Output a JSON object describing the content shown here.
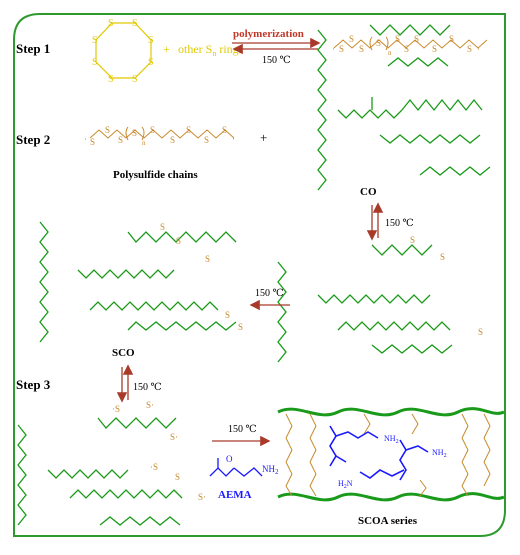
{
  "steps": {
    "step1": "Step 1",
    "step2": "Step 2",
    "step3": "Step 3"
  },
  "step1": {
    "plus": "+",
    "other_rings": "other S",
    "other_rings_sub": "n",
    "other_rings_tail": " rings",
    "arrow_top": "polymerization",
    "arrow_bottom": "150 ℃",
    "s": "S"
  },
  "step2": {
    "caption": "Polysulfide chains",
    "plus": "+",
    "co_label": "CO"
  },
  "arrows": {
    "co_to_radical": "150 ℃",
    "radical_to_sco": "150 ℃",
    "sco_to_step3": "150 ℃",
    "step3_to_scoa": "150 ℃"
  },
  "labels": {
    "sco": "SCO",
    "aema": "AEMA",
    "scoa": "SCOA series",
    "nh2": "NH",
    "nh2_sub": "2",
    "h2n": "H",
    "h2n_sub": "2",
    "h2n_tail": "N"
  },
  "colors": {
    "sulfur_ring": "#e0c800",
    "sulfur_chain": "#c88a2c",
    "backbone": "#1a9a1a",
    "arrow": "#a83a2a",
    "red_text": "#c0392b",
    "aema_blue": "#1a1aff",
    "frame": "#2e9a2e"
  }
}
